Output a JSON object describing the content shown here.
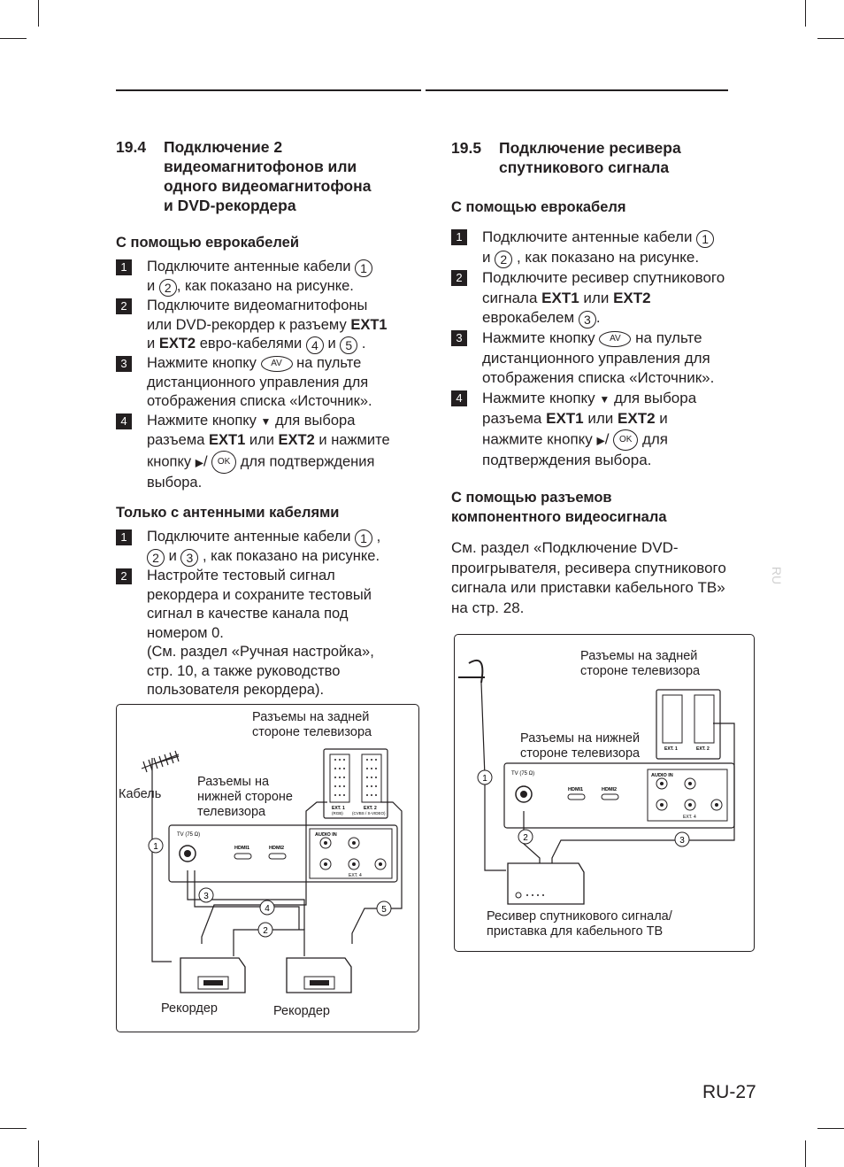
{
  "left": {
    "section_number": "19.4",
    "section_title_lines": [
      "Подключение 2",
      "видеомагнитофонов или",
      "одного видеомагнитофона",
      "и DVD-рекордера"
    ],
    "sub1": "С помощью еврокабелей",
    "sub2": "Только с антенными кабелями"
  },
  "right": {
    "section_number": "19.5",
    "section_title_lines": [
      "Подключение ресивера",
      "спутникового сигнала"
    ],
    "sub1": "С помощью еврокабеля",
    "sub2_lines": [
      "С помощью разъемов",
      "компонентного видеосигнала"
    ],
    "see_text_lines": [
      "См. раздел «Подключение DVD-",
      "проигрывателя, ресивера спутникового",
      "сигнала или приставки кабельного ТВ»",
      "на стр. 28."
    ]
  },
  "common": {
    "and": "и",
    "or": "или",
    "av": "AV",
    "ok": "OK",
    "ext1": "EXT1",
    "ext2": "EXT2",
    "n1": "1",
    "n2": "2",
    "n3": "3",
    "n4": "4",
    "n5": "5"
  },
  "left_steps": {
    "s1a": "Подключите антенные кабели",
    "s1b": ", как показано на рисунке.",
    "s2a": "Подключите видеомагнитофоны",
    "s2b": "или DVD-рекордер к разъему",
    "s2c": "евро-кабелями",
    "s2d": ".",
    "s3a": "Нажмите кнопку",
    "s3b": "на пульте",
    "s3c": "дистанционного управления для",
    "s3d": "отображения списка «Источник».",
    "s4a": "Нажмите кнопку",
    "s4b": "для выбора",
    "s4c": "разъема",
    "s4d": "и нажмите",
    "s4e": "кнопку",
    "s4f": "для подтверждения",
    "s4g": "выбора."
  },
  "left_steps2": {
    "s1a": "Подключите антенные кабели",
    "s1b": ",",
    "s1c": ", как показано на рисунке.",
    "s2_lines": [
      "Настройте тестовый сигнал",
      "рекордера и сохраните тестовый",
      "сигнал в качестве канала под",
      "номером 0.",
      "(См. раздел «Ручная настройка»,",
      "стр. 10, а также руководство",
      "пользователя рекордера)."
    ]
  },
  "right_steps": {
    "s1a": "Подключите антенные кабели",
    "s1b": ", как показано на рисунке.",
    "s2a": "Подключите ресивер спутникового",
    "s2b": "сигнала",
    "s2c": "еврокабелем",
    "s2d": ".",
    "s3a": "Нажмите кнопку",
    "s3b": "на пульте",
    "s3c": "дистанционного управления для",
    "s3d": "отображения списка «Источник».",
    "s4a": "Нажмите кнопку",
    "s4b": "для выбора",
    "s4c": "разъема",
    "s4d": "и",
    "s4e": "нажмите кнопку",
    "s4f": "для",
    "s4g": "подтверждения выбора."
  },
  "diagram_left": {
    "rear_label_lines": [
      "Разъемы на задней",
      "стороне телевизора"
    ],
    "bottom_label_lines": [
      "Разъемы на",
      "нижней стороне",
      "телевизора"
    ],
    "cable_label": "Кабель",
    "recorder1": "Рекордер",
    "recorder2": "Рекордер",
    "tv_label": "TV (75 Ω)",
    "hdmi1": "HDMI1",
    "hdmi2": "HDMI2",
    "audio_in": "AUDIO IN",
    "ext4": "EXT. 4",
    "ext1_small": "EXT. 1",
    "ext1_sub": "(RGB)",
    "ext2_small": "EXT. 2",
    "ext2_sub": "(CVBS / S-VIDEO)"
  },
  "diagram_right": {
    "rear_label_lines": [
      "Разъемы на задней",
      "стороне телевизора"
    ],
    "bottom_label_lines": [
      "Разъемы на нижней",
      "стороне телевизора"
    ],
    "receiver_label_lines": [
      "Ресивер спутникового сигнала/",
      "приставка для кабельного ТВ"
    ]
  },
  "side_tab": "RU",
  "page_number": "RU-27"
}
